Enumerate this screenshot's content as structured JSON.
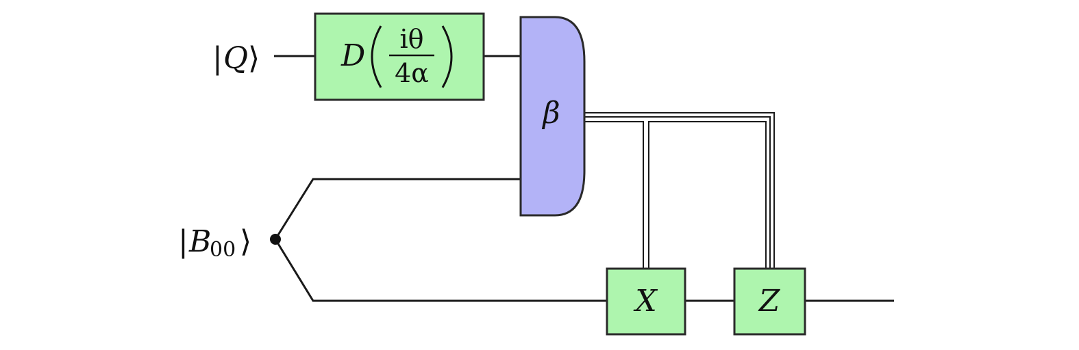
{
  "inputs": {
    "q": {
      "ket_open": "|",
      "symbol": "Q",
      "ket_close": "⟩"
    },
    "b": {
      "ket_open": "|",
      "symbol": "B",
      "subscript": "00",
      "ket_close": "⟩"
    }
  },
  "gates": {
    "displacement": {
      "operator": "D",
      "numerator": "iθ",
      "denominator": "4α",
      "fill": "#aef5ae"
    },
    "measurement": {
      "label": "β",
      "fill": "#b3b3f7"
    },
    "x_gate": {
      "label": "X",
      "fill": "#aef5ae"
    },
    "z_gate": {
      "label": "Z",
      "fill": "#aef5ae"
    }
  },
  "colors": {
    "wire": "#1a1a1a",
    "gate_border": "#2a2a2a"
  }
}
